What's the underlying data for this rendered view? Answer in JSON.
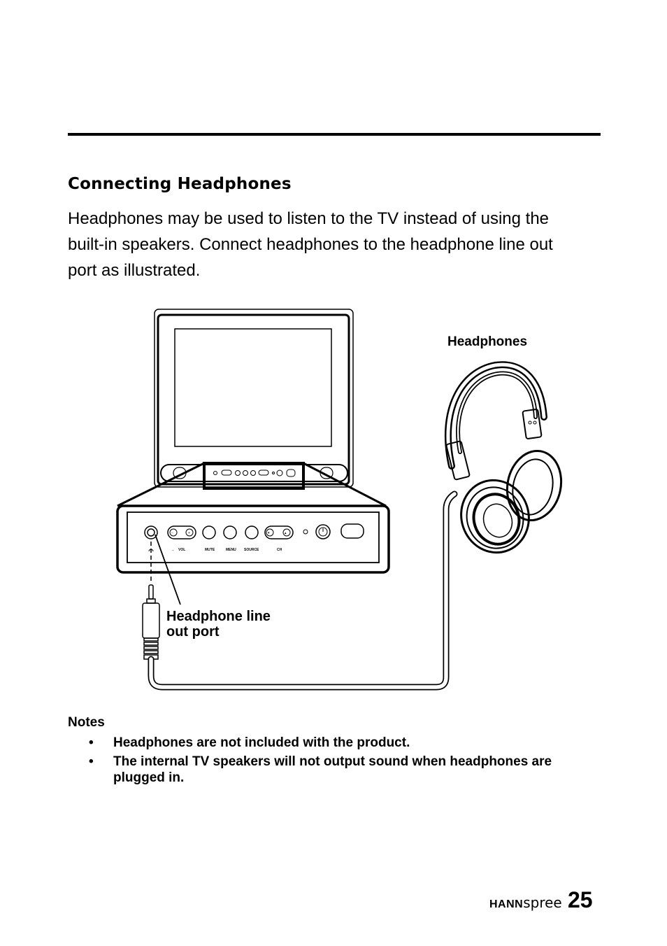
{
  "section": {
    "title": "Connecting Headphones",
    "body": "Headphones may be used to listen to the TV instead of using the built-in speakers. Connect headphones to the headphone line out port as illustrated."
  },
  "figure": {
    "headphones_label": "Headphones",
    "port_label": "Headphone line out port",
    "panel_labels": [
      "VOL",
      "MUTE",
      "MENU",
      "SOURCE",
      "CH"
    ],
    "icons": [
      "tv-icon",
      "headphone-jack-icon",
      "headphones-icon",
      "power-icon"
    ]
  },
  "notes": {
    "title": "Notes",
    "bullet": "•",
    "items": [
      "Headphones are not included with the product.",
      "The internal TV speakers will not output sound when headphones are plugged in."
    ]
  },
  "footer": {
    "brand_bold": "HANN",
    "brand_light": "spree",
    "page_number": "25"
  }
}
